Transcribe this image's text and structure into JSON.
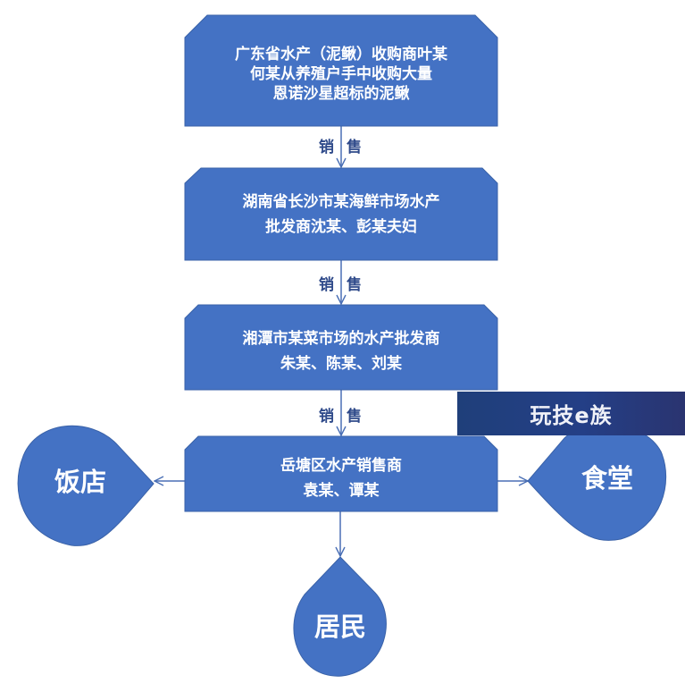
{
  "colors": {
    "node_fill": "#4472c4",
    "node_stroke": "#3a62a8",
    "connector": "#4a6fb5",
    "edge_label": "#2f4a8a",
    "watermark_bg": "#243f86"
  },
  "nodes": [
    {
      "id": "guangdong-buyer",
      "lines": [
        "广东省水产（泥鳅）收购商叶某",
        "何某从养殖户手中收购大量",
        "恩诺沙星超标的泥鳅"
      ]
    },
    {
      "id": "changsha-wholesaler",
      "lines": [
        "湖南省长沙市某海鲜市场水产",
        "批发商沈某、彭某夫妇"
      ]
    },
    {
      "id": "xiangtan-wholesaler",
      "lines": [
        "湘潭市某菜市场的水产批发商",
        "朱某、陈某、刘某"
      ]
    },
    {
      "id": "yuetang-seller",
      "lines": [
        "岳塘区水产销售商",
        "袁某、谭某"
      ]
    }
  ],
  "endpoints": [
    {
      "id": "restaurant",
      "label": "饭店"
    },
    {
      "id": "canteen",
      "label": "食堂"
    },
    {
      "id": "residents",
      "label": "居民"
    }
  ],
  "edges": [
    {
      "from": "guangdong-buyer",
      "to": "changsha-wholesaler",
      "label": [
        "销",
        "售"
      ]
    },
    {
      "from": "changsha-wholesaler",
      "to": "xiangtan-wholesaler",
      "label": [
        "销",
        "售"
      ]
    },
    {
      "from": "xiangtan-wholesaler",
      "to": "yuetang-seller",
      "label": [
        "销",
        "售"
      ]
    },
    {
      "from": "yuetang-seller",
      "to": "restaurant",
      "label": []
    },
    {
      "from": "yuetang-seller",
      "to": "canteen",
      "label": []
    },
    {
      "from": "yuetang-seller",
      "to": "residents",
      "label": []
    }
  ],
  "watermark": {
    "text": "玩技e族"
  }
}
